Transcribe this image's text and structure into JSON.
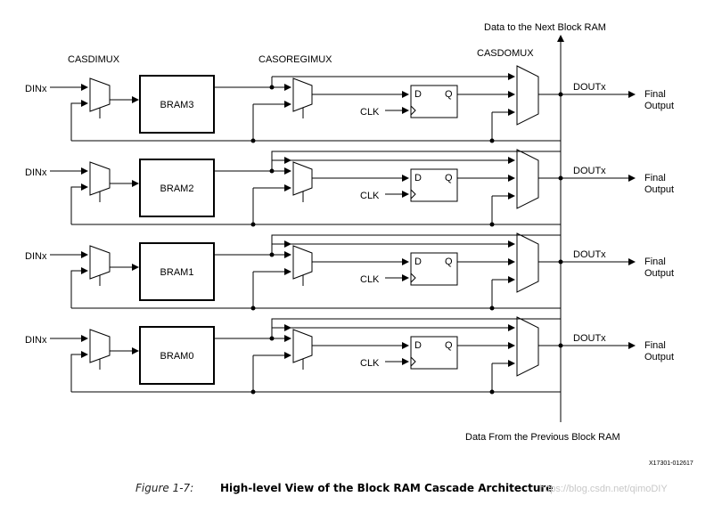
{
  "headers": {
    "casdimux": "CASDIMUX",
    "casoregimux": "CASOREGIMUX",
    "casdomux": "CASDOMUX"
  },
  "next_label": "Data to the Next Block RAM",
  "prev_label": "Data From the Previous Block RAM",
  "rows": [
    {
      "din": "DINx",
      "bram": "BRAM3",
      "clk": "CLK",
      "d": "D",
      "q": "Q",
      "dout": "DOUTx",
      "final1": "Final",
      "final2": "Output"
    },
    {
      "din": "DINx",
      "bram": "BRAM2",
      "clk": "CLK",
      "d": "D",
      "q": "Q",
      "dout": "DOUTx",
      "final1": "Final",
      "final2": "Output"
    },
    {
      "din": "DINx",
      "bram": "BRAM1",
      "clk": "CLK",
      "d": "D",
      "q": "Q",
      "dout": "DOUTx",
      "final1": "Final",
      "final2": "Output"
    },
    {
      "din": "DINx",
      "bram": "BRAM0",
      "clk": "CLK",
      "d": "D",
      "q": "Q",
      "dout": "DOUTx",
      "final1": "Final",
      "final2": "Output"
    }
  ],
  "figure_id": "X17301-012617",
  "caption_num": "Figure 1-7:",
  "caption_title": "High-level View of the Block RAM Cascade Architecture",
  "watermark": "https://blog.csdn.net/qimoDIY"
}
